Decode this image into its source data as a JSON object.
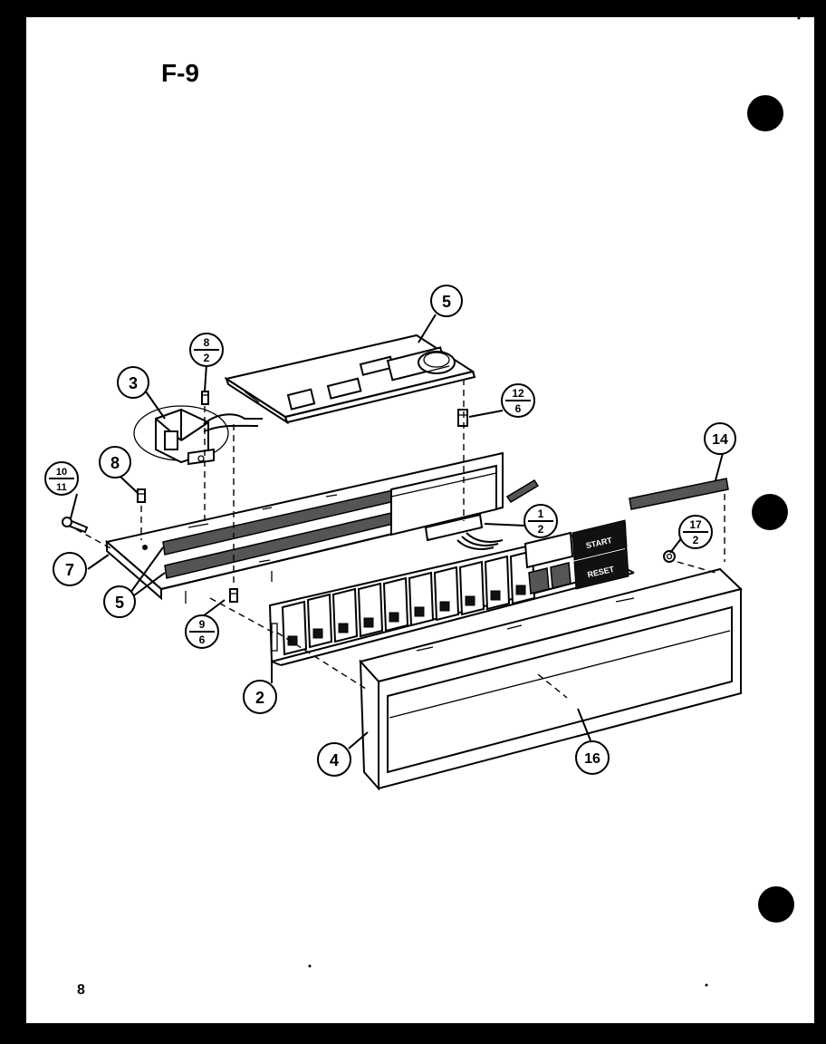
{
  "page": {
    "figure_label": "F-9",
    "page_number": "8"
  },
  "diagram": {
    "callouts": [
      {
        "id": "c5-board",
        "text": "5"
      },
      {
        "id": "c8-2",
        "top": "8",
        "bottom": "2"
      },
      {
        "id": "c3-transformer",
        "text": "3"
      },
      {
        "id": "c12-6",
        "top": "12",
        "bottom": "6"
      },
      {
        "id": "c14",
        "text": "14"
      },
      {
        "id": "c10-11",
        "top": "10",
        "bottom": "11"
      },
      {
        "id": "c8-screw",
        "text": "8"
      },
      {
        "id": "c1-2",
        "top": "1",
        "bottom": "2"
      },
      {
        "id": "c17-2",
        "top": "17",
        "bottom": "2"
      },
      {
        "id": "c7",
        "text": "7"
      },
      {
        "id": "c5-lower",
        "text": "5"
      },
      {
        "id": "c9-6",
        "top": "9",
        "bottom": "6"
      },
      {
        "id": "c2",
        "text": "2"
      },
      {
        "id": "c4",
        "text": "4"
      },
      {
        "id": "c16",
        "text": "16"
      }
    ],
    "keypad": {
      "start_label": "START",
      "reset_label": "RESET"
    }
  }
}
